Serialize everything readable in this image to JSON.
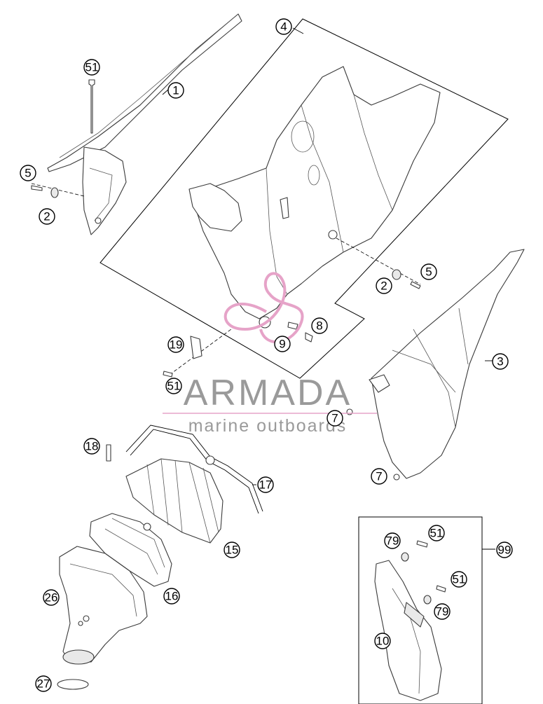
{
  "watermark": {
    "name": "ARMADA",
    "tagline": "marine outboards"
  },
  "callouts": {
    "c1": "1",
    "c2a": "2",
    "c2b": "2",
    "c3": "3",
    "c4": "4",
    "c5a": "5",
    "c5b": "5",
    "c7a": "7",
    "c7b": "7",
    "c8": "8",
    "c9": "9",
    "c10": "10",
    "c15": "15",
    "c16": "16",
    "c17": "17",
    "c18": "18",
    "c19": "19",
    "c26": "26",
    "c27": "27",
    "c51a": "51",
    "c51b": "51",
    "c51c": "51",
    "c51d": "51",
    "c79a": "79",
    "c79b": "79",
    "c99": "99"
  }
}
